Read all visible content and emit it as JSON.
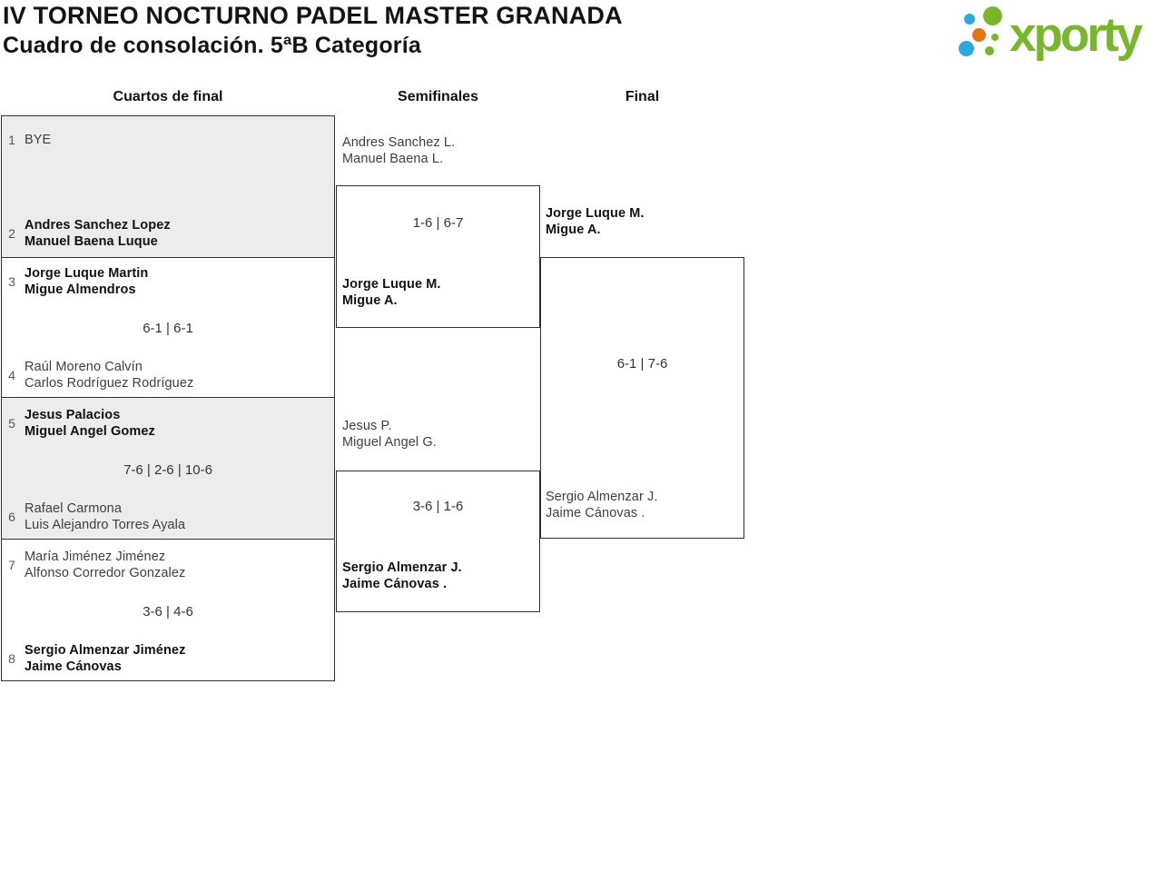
{
  "header": {
    "title_line1": "IV TORNEO NOCTURNO PADEL MASTER GRANADA",
    "title_line2": "Cuadro de consolación. 5ªB Categoría",
    "logo_text": "xporty"
  },
  "columns": [
    {
      "label": "Cuartos de final"
    },
    {
      "label": "Semifinales"
    },
    {
      "label": "Final"
    }
  ],
  "quarterfinals": [
    {
      "seed_a": "1",
      "team_a": [
        "BYE",
        ""
      ],
      "score": "",
      "seed_b": "2",
      "team_b": [
        "Andres Sanchez Lopez",
        "Manuel Baena Luque"
      ],
      "winner": "b"
    },
    {
      "seed_a": "3",
      "team_a": [
        "Jorge Luque Martin",
        "Migue Almendros"
      ],
      "score": "6-1 | 6-1",
      "seed_b": "4",
      "team_b": [
        "Raúl Moreno Calvín",
        "Carlos Rodríguez Rodríguez"
      ],
      "winner": "a"
    },
    {
      "seed_a": "5",
      "team_a": [
        "Jesus Palacios",
        "Miguel Angel Gomez"
      ],
      "score": "7-6 | 2-6 | 10-6",
      "seed_b": "6",
      "team_b": [
        "Rafael Carmona",
        "Luis Alejandro Torres Ayala"
      ],
      "winner": "a"
    },
    {
      "seed_a": "7",
      "team_a": [
        "María Jiménez Jiménez",
        "Alfonso Corredor Gonzalez"
      ],
      "score": "3-6 | 4-6",
      "seed_b": "8",
      "team_b": [
        "Sergio Almenzar Jiménez",
        "Jaime Cánovas"
      ],
      "winner": "b"
    }
  ],
  "semifinals": [
    {
      "team_a": [
        "Andres Sanchez L.",
        "Manuel Baena L."
      ],
      "score": "1-6 | 6-7",
      "team_b": [
        "Jorge Luque M.",
        "Migue A."
      ],
      "winner": "b"
    },
    {
      "team_a": [
        "Jesus P.",
        "Miguel Angel G."
      ],
      "score": "3-6 | 1-6",
      "team_b": [
        "Sergio Almenzar J.",
        "Jaime Cánovas ."
      ],
      "winner": "b"
    }
  ],
  "final": {
    "team_a": [
      "Jorge Luque M.",
      "Migue A."
    ],
    "score": "6-1 | 7-6",
    "team_b": [
      "Sergio Almenzar J.",
      "Jaime Cánovas ."
    ],
    "winner": "a"
  },
  "colors": {
    "brand_green": "#76b82a",
    "brand_blue": "#2aa9e0",
    "brand_orange": "#e8720c",
    "box_border": "#303030",
    "box_shade": "#ececec",
    "winner_text": "#121212",
    "regular_text": "#3e3e3e"
  }
}
